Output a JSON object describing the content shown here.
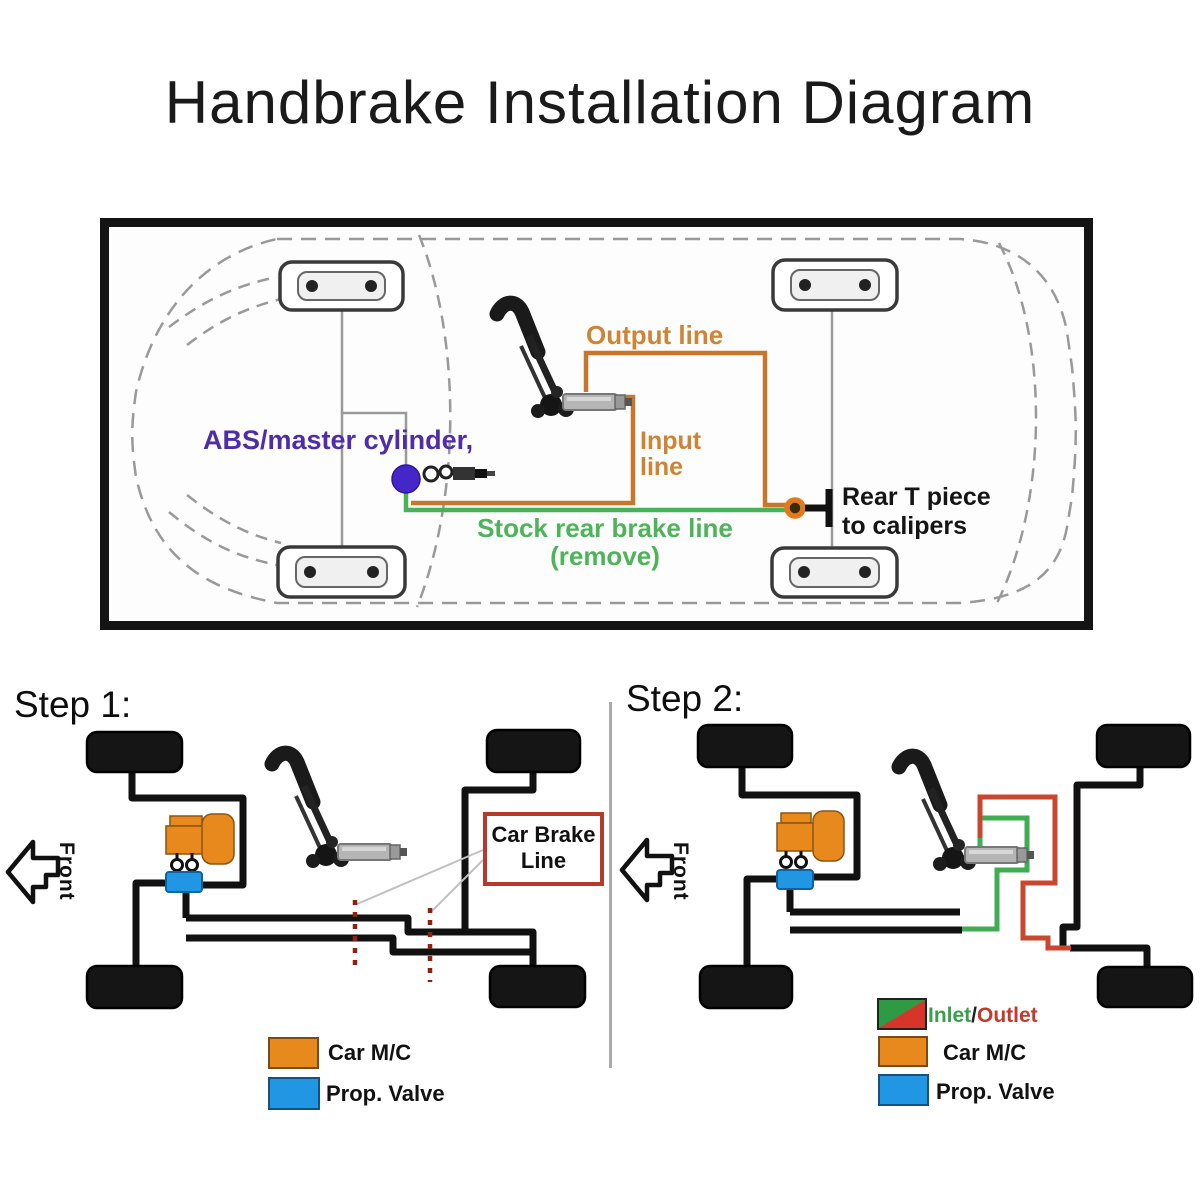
{
  "title": "Handbrake Installation Diagram",
  "top_diagram": {
    "abs_label": "ABS/master cylinder,",
    "output_label": "Output line",
    "input_label_line1": "Input",
    "input_label_line2": "line",
    "stock_label_line1": "Stock rear brake line",
    "stock_label_line2": "(remove)",
    "rear_t_line1": "Rear T piece",
    "rear_t_line2": "to calipers"
  },
  "step1": {
    "title": "Step 1:",
    "front_label": "Front",
    "car_brake_line_box_line1": "Car Brake",
    "car_brake_line_box_line2": "Line",
    "legend": [
      {
        "swatch": "car-mc-orange",
        "label": "Car M/C"
      },
      {
        "swatch": "prop-valve-blue",
        "label": "Prop. Valve"
      }
    ]
  },
  "step2": {
    "title": "Step 2:",
    "front_label": "Front",
    "legend_inlet_outlet": {
      "inlet": "Inlet",
      "slash": "/",
      "outlet": "Outlet"
    },
    "legend": [
      {
        "swatch": "car-mc-orange",
        "label": "Car M/C"
      },
      {
        "swatch": "prop-valve-blue",
        "label": "Prop. Valve"
      }
    ]
  },
  "colors": {
    "car_mc_orange": "#E8891D",
    "prop_valve_blue": "#2196E3",
    "inlet_green": "#2E9B44",
    "outlet_red": "#D8352A",
    "brake_line_black": "#111111",
    "stock_line_green": "#47B258",
    "hydraulic_line_orange": "#C8762B",
    "abs_text_purple": "#4F2DA8",
    "abs_dot_purple": "#4526C9",
    "cut_mark_red": "#8E2014",
    "car_brake_line_box_border": "#B43A2B"
  }
}
